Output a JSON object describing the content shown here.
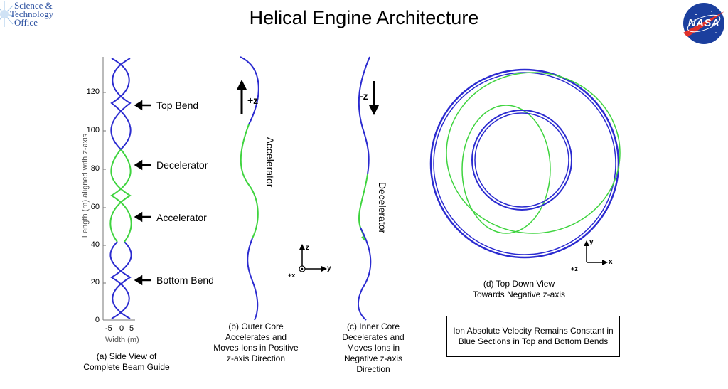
{
  "title": "Helical Engine Architecture",
  "logo": {
    "line1": "Science &",
    "line2": "Technology",
    "line3": "Office",
    "nasa": "NASA"
  },
  "colors": {
    "blue": "#2b2bd0",
    "green": "#3fd43f",
    "title": "#000000",
    "logo": "#2a4fa0",
    "nasa_bg": "#1b3f9e",
    "nasa_red": "#e0312b"
  },
  "side_view": {
    "ylabel": "Length (m) aligned with z-axis",
    "xlabel": "Width (m)",
    "yticks": [
      "0",
      "20",
      "40",
      "60",
      "80",
      "100",
      "120"
    ],
    "xticks": [
      "-5",
      "0",
      "5"
    ],
    "labels": {
      "top": "Top Bend",
      "decel": "Decelerator",
      "accel": "Accelerator",
      "bottom": "Bottom Bend"
    },
    "caption1": "(a) Side View of",
    "caption2": "Complete Beam Guide"
  },
  "outer_core": {
    "arrow_label": "+z",
    "vlabel": "Accelerator",
    "caption": [
      "(b) Outer Core",
      "Accelerates and",
      "Moves Ions in Positive",
      "z-axis Direction"
    ]
  },
  "axes_zy": {
    "z": "z",
    "y": "y",
    "x": "+x"
  },
  "inner_core": {
    "arrow_label": "-z",
    "vlabel": "Decelerator",
    "caption": [
      "(c) Inner Core",
      "Decelerates and",
      "Moves Ions in",
      "Negative z-axis",
      "Direction"
    ]
  },
  "top_view": {
    "axes": {
      "y": "y",
      "x": "x",
      "z": "+z"
    },
    "caption1": "(d) Top Down View",
    "caption2": "Towards Negative z-axis"
  },
  "note": "Ion Absolute Velocity Remains Constant in Blue Sections in Top and Bottom Bends"
}
